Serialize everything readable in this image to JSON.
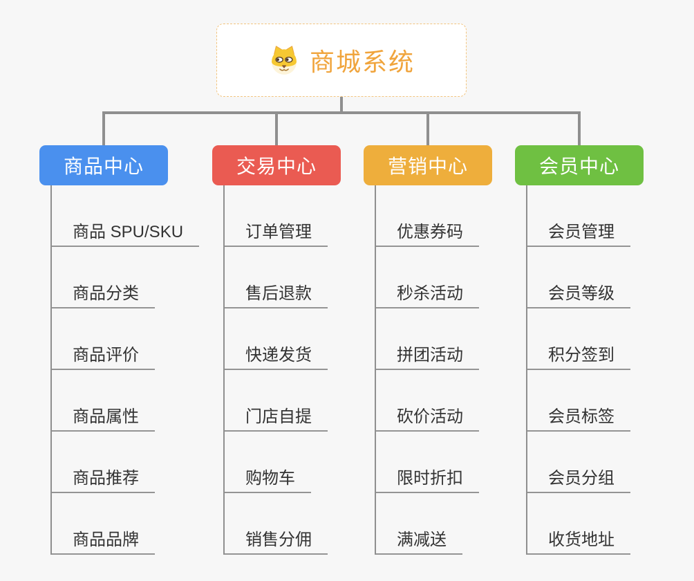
{
  "root": {
    "title": "商城系统",
    "icon": "dog-face-icon"
  },
  "branches": [
    {
      "label": "商品中心",
      "color": "#4a90ee",
      "children": [
        "商品 SPU/SKU",
        "商品分类",
        "商品评价",
        "商品属性",
        "商品推荐",
        "商品品牌"
      ]
    },
    {
      "label": "交易中心",
      "color": "#ea5b52",
      "children": [
        "订单管理",
        "售后退款",
        "快递发货",
        "门店自提",
        "购物车",
        "销售分佣"
      ]
    },
    {
      "label": "营销中心",
      "color": "#eeae3c",
      "children": [
        "优惠券码",
        "秒杀活动",
        "拼团活动",
        "砍价活动",
        "限时折扣",
        "满减送"
      ]
    },
    {
      "label": "会员中心",
      "color": "#6fc042",
      "children": [
        "会员管理",
        "会员等级",
        "积分签到",
        "会员标签",
        "会员分组",
        "收货地址"
      ]
    }
  ],
  "colors": {
    "background": "#f7f7f7",
    "connector": "#8f8f8f",
    "underline": "#949494",
    "root_accent": "#f0a43c",
    "root_border": "#f2c47e",
    "item_text": "#333333"
  }
}
